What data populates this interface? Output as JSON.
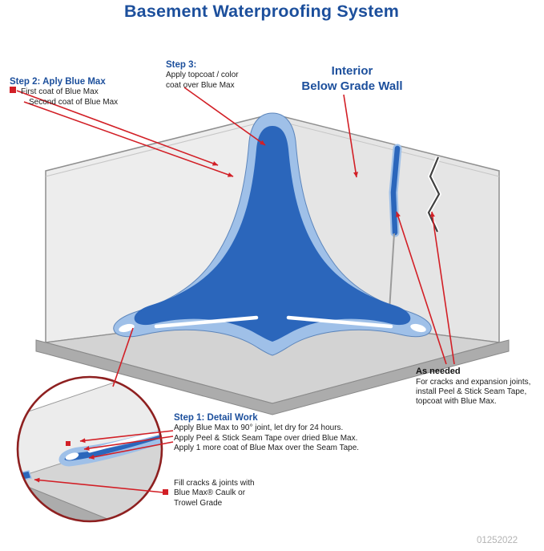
{
  "title": "Basement Waterproofing System",
  "labels": {
    "step2": {
      "heading": "Step 2: Aply Blue Max",
      "line1": "First coat of Blue Max",
      "line2": "Second coat of Blue Max"
    },
    "step3": {
      "heading": "Step 3:",
      "body": "Apply topcoat / color coat over Blue Max"
    },
    "interior": {
      "line1": "Interior",
      "line2": "Below Grade Wall"
    },
    "as_needed": {
      "heading": "As needed",
      "body": "For cracks and expansion joints, install Peel & Stick Seam Tape, topcoat with Blue Max."
    },
    "step1": {
      "heading": "Step 1: Detail Work",
      "lines": [
        "Apply Blue Max to 90° joint, let dry for 24 hours.",
        "Apply Peel & Stick Seam Tape over dried Blue Max.",
        "Apply 1 more coat of Blue Max over the Seam Tape."
      ]
    },
    "fill_cracks": {
      "body": "Fill cracks & joints with Blue Max® Caulk or Trowel Grade"
    }
  },
  "watermark": "01252022",
  "colors": {
    "heading_blue": "#1c4f9c",
    "callout_red": "#d21f26",
    "coat_dark_blue": "#2b66bb",
    "coat_light_blue": "#9fc0e8",
    "wall_gray": "#ededed",
    "floor_gray": "#d3d3d3",
    "slab_gray": "#acacac",
    "detail_ring_red": "#8e2020"
  }
}
